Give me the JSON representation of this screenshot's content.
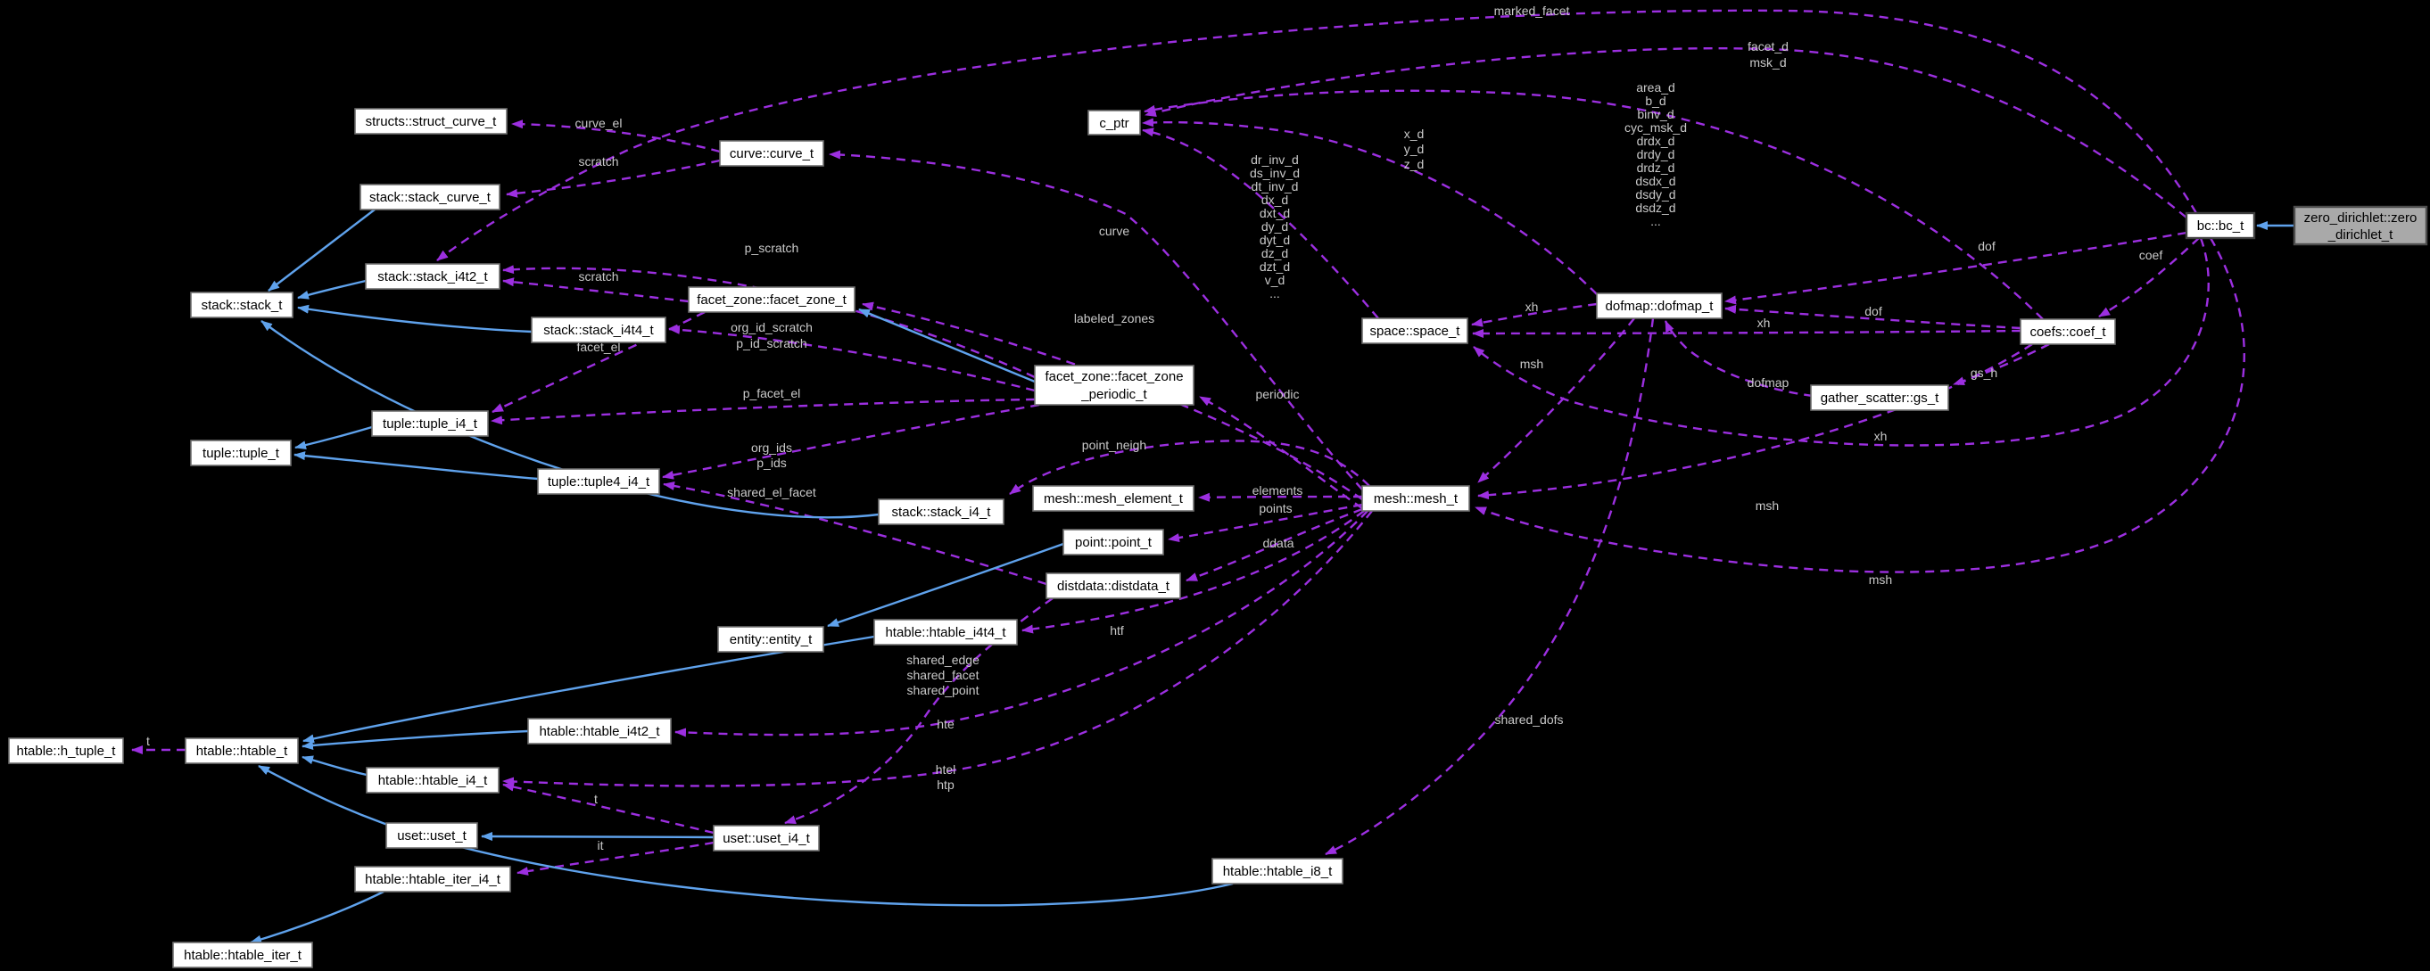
{
  "diagram": {
    "type": "doxygen-collaboration-graph",
    "background": "#000000",
    "colors": {
      "usage_edge": "#9c2fe0",
      "inheritance_edge": "#5fa2ec",
      "node_fill": "#ffffff",
      "node_border": "#6e6e6e",
      "focus_node_fill": "#a9a9a9",
      "edge_label": "#c9c9c9",
      "node_text": "#000000"
    }
  },
  "nodes": {
    "struct_curve": {
      "label": "structs::struct_curve_t"
    },
    "curve": {
      "label": "curve::curve_t"
    },
    "stack_curve": {
      "label": "stack::stack_curve_t"
    },
    "stack_i4t2": {
      "label": "stack::stack_i4t2_t"
    },
    "stack_t": {
      "label": "stack::stack_t"
    },
    "stack_i4t4": {
      "label": "stack::stack_i4t4_t"
    },
    "facet_zone": {
      "label": "facet_zone::facet_zone_t"
    },
    "periodic": {
      "lines": [
        "facet_zone::facet_zone",
        "_periodic_t"
      ]
    },
    "tuple_i4": {
      "label": "tuple::tuple_i4_t"
    },
    "tuple_t": {
      "label": "tuple::tuple_t"
    },
    "tuple4": {
      "label": "tuple::tuple4_i4_t"
    },
    "c_ptr": {
      "label": "c_ptr"
    },
    "space": {
      "label": "space::space_t"
    },
    "dofmap": {
      "label": "dofmap::dofmap_t"
    },
    "bc": {
      "label": "bc::bc_t"
    },
    "zero": {
      "lines": [
        "zero_dirichlet::zero",
        "_dirichlet_t"
      ]
    },
    "coef": {
      "label": "coefs::coef_t"
    },
    "gs": {
      "label": "gather_scatter::gs_t"
    },
    "mesh": {
      "label": "mesh::mesh_t"
    },
    "mesh_element": {
      "label": "mesh::mesh_element_t"
    },
    "stack_i4": {
      "label": "stack::stack_i4_t"
    },
    "point": {
      "label": "point::point_t"
    },
    "distdata": {
      "label": "distdata::distdata_t"
    },
    "entity": {
      "label": "entity::entity_t"
    },
    "htable_i4t4": {
      "label": "htable::htable_i4t4_t"
    },
    "htable_i4t2": {
      "label": "htable::htable_i4t2_t"
    },
    "h_tuple": {
      "label": "htable::h_tuple_t"
    },
    "htable": {
      "label": "htable::htable_t"
    },
    "htable_i4": {
      "label": "htable::htable_i4_t"
    },
    "uset": {
      "label": "uset::uset_t"
    },
    "uset_i4": {
      "label": "uset::uset_i4_t"
    },
    "iter_i4": {
      "label": "htable::htable_iter_i4_t"
    },
    "i8": {
      "label": "htable::htable_i8_t"
    },
    "iter": {
      "label": "htable::htable_iter_t"
    }
  },
  "edge_labels": {
    "curve_el": "curve_el",
    "scratch_curve": "scratch",
    "scratch_fz": "scratch",
    "p_scratch": "p_scratch",
    "marked_facet": "marked_facet",
    "facet_msk": [
      "facet_d",
      "msk_d"
    ],
    "area_list": [
      "area_d",
      "b_d",
      "binv_d",
      "cyc_msk_d",
      "drdx_d",
      "drdy_d",
      "drdz_d",
      "dsdx_d",
      "dsdy_d",
      "dsdz_d",
      "..."
    ],
    "xyz": [
      "x_d",
      "y_d",
      "z_d"
    ],
    "drinv_list": [
      "dr_inv_d",
      "ds_inv_d",
      "dt_inv_d",
      "dx_d",
      "dxt_d",
      "dy_d",
      "dyt_d",
      "dz_d",
      "dzt_d",
      "v_d",
      "..."
    ],
    "curve": "curve",
    "labeled_zones": "labeled_zones",
    "org_id_scratch": [
      "org_id_scratch",
      "p_id_scratch"
    ],
    "facet_el": "facet_el",
    "p_facet_el": "p_facet_el",
    "org_ids": [
      "org_ids",
      "p_ids"
    ],
    "shared_el_facet": "shared_el_facet",
    "point_neigh": "point_neigh",
    "elements": "elements",
    "points": "points",
    "ddata": "ddata",
    "periodic": "periodic",
    "msh_dofmap": "msh",
    "msh_coef": "msh",
    "msh_bc": "msh",
    "xh_dofmap": "xh",
    "xh_coef": "xh",
    "xh_bc": "xh",
    "dof_bc": "dof",
    "dof_coef": "dof",
    "coef": "coef",
    "gs_h": "gs_h",
    "dofmap": "dofmap",
    "htf": "htf",
    "shared_epts": [
      "shared_edge",
      "shared_facet",
      "shared_point"
    ],
    "hte": "hte",
    "htel_htp": [
      "htel",
      "htp"
    ],
    "shared_dofs": "shared_dofs",
    "t_htable": "t",
    "t_uset": "t",
    "it": "it"
  }
}
